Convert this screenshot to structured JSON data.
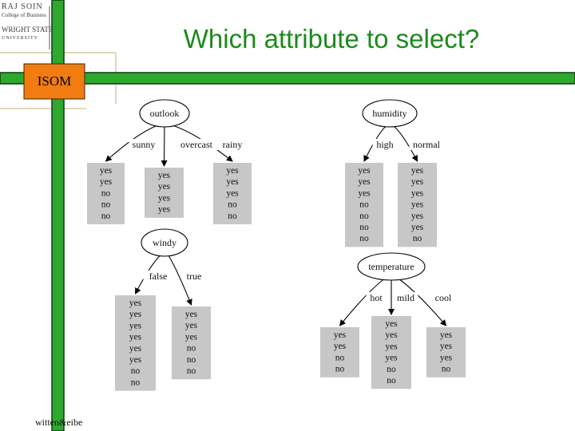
{
  "slide": {
    "title": "Which attribute to select?",
    "badge": "ISOM",
    "footer": "witten&eibe",
    "logo": [
      "RAJ SOIN",
      "College of Business",
      "WRIGHT STATE",
      "UNIVERSITY"
    ]
  },
  "colors": {
    "title": "#1c8a1c",
    "bar_green": "#2fa82f",
    "bar_border": "#0d3d0d",
    "badge_orange": "#f07c12",
    "leaf_gray": "#c7c7c7"
  },
  "trees": [
    {
      "attribute": "outlook",
      "branches": [
        {
          "label": "sunny",
          "leaf": [
            "yes",
            "yes",
            "no",
            "no",
            "no"
          ]
        },
        {
          "label": "overcast",
          "leaf": [
            "yes",
            "yes",
            "yes",
            "yes"
          ]
        },
        {
          "label": "rainy",
          "leaf": [
            "yes",
            "yes",
            "yes",
            "no",
            "no"
          ]
        }
      ]
    },
    {
      "attribute": "humidity",
      "branches": [
        {
          "label": "high",
          "leaf": [
            "yes",
            "yes",
            "yes",
            "no",
            "no",
            "no",
            "no"
          ]
        },
        {
          "label": "normal",
          "leaf": [
            "yes",
            "yes",
            "yes",
            "yes",
            "yes",
            "yes",
            "no"
          ]
        }
      ]
    },
    {
      "attribute": "windy",
      "branches": [
        {
          "label": "false",
          "leaf": [
            "yes",
            "yes",
            "yes",
            "yes",
            "yes",
            "yes",
            "no",
            "no"
          ]
        },
        {
          "label": "true",
          "leaf": [
            "yes",
            "yes",
            "yes",
            "no",
            "no",
            "no"
          ]
        }
      ]
    },
    {
      "attribute": "temperature",
      "branches": [
        {
          "label": "hot",
          "leaf": [
            "yes",
            "yes",
            "no",
            "no"
          ]
        },
        {
          "label": "mild",
          "leaf": [
            "yes",
            "yes",
            "yes",
            "yes",
            "no",
            "no"
          ]
        },
        {
          "label": "cool",
          "leaf": [
            "yes",
            "yes",
            "yes",
            "no"
          ]
        }
      ]
    }
  ]
}
